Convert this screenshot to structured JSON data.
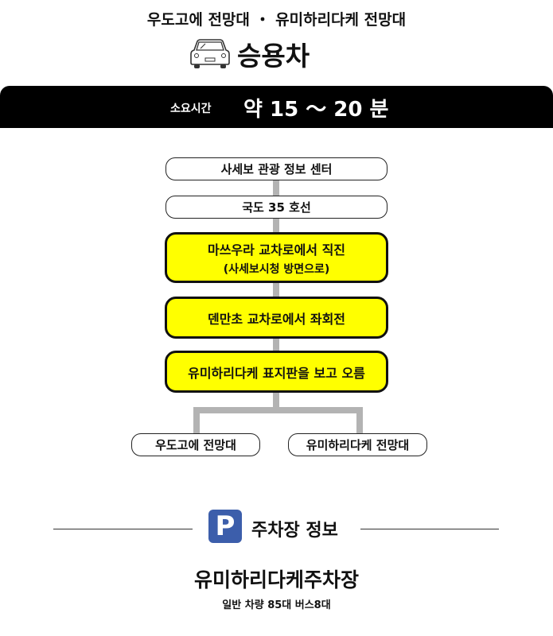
{
  "header": {
    "title": "우도고에 전망대 ・ 유미하리다케 전망대",
    "mode": "승용차",
    "mode_icon": "car-icon"
  },
  "time": {
    "label": "소요시간",
    "value": "약 15 ～ 20 분"
  },
  "route": {
    "steps": [
      {
        "text": "사세보 관광 정보 센터"
      },
      {
        "text": "국도 35 호선"
      },
      {
        "text": "마쓰우라 교차로에서 직진",
        "sub": "(사세보시청 방면으로)"
      },
      {
        "text": "덴만초 교차로에서 좌회전"
      },
      {
        "text": "유미하리다케 표지판을 보고 오름"
      }
    ],
    "destinations": [
      "우도고에 전망대",
      "유미하리다케 전망대"
    ]
  },
  "parking": {
    "icon_letter": "P",
    "heading": "주차장 정보",
    "name": "유미하리다케주차장",
    "info": "일반 차량 85대  버스8대",
    "color": "#3c5eab"
  }
}
